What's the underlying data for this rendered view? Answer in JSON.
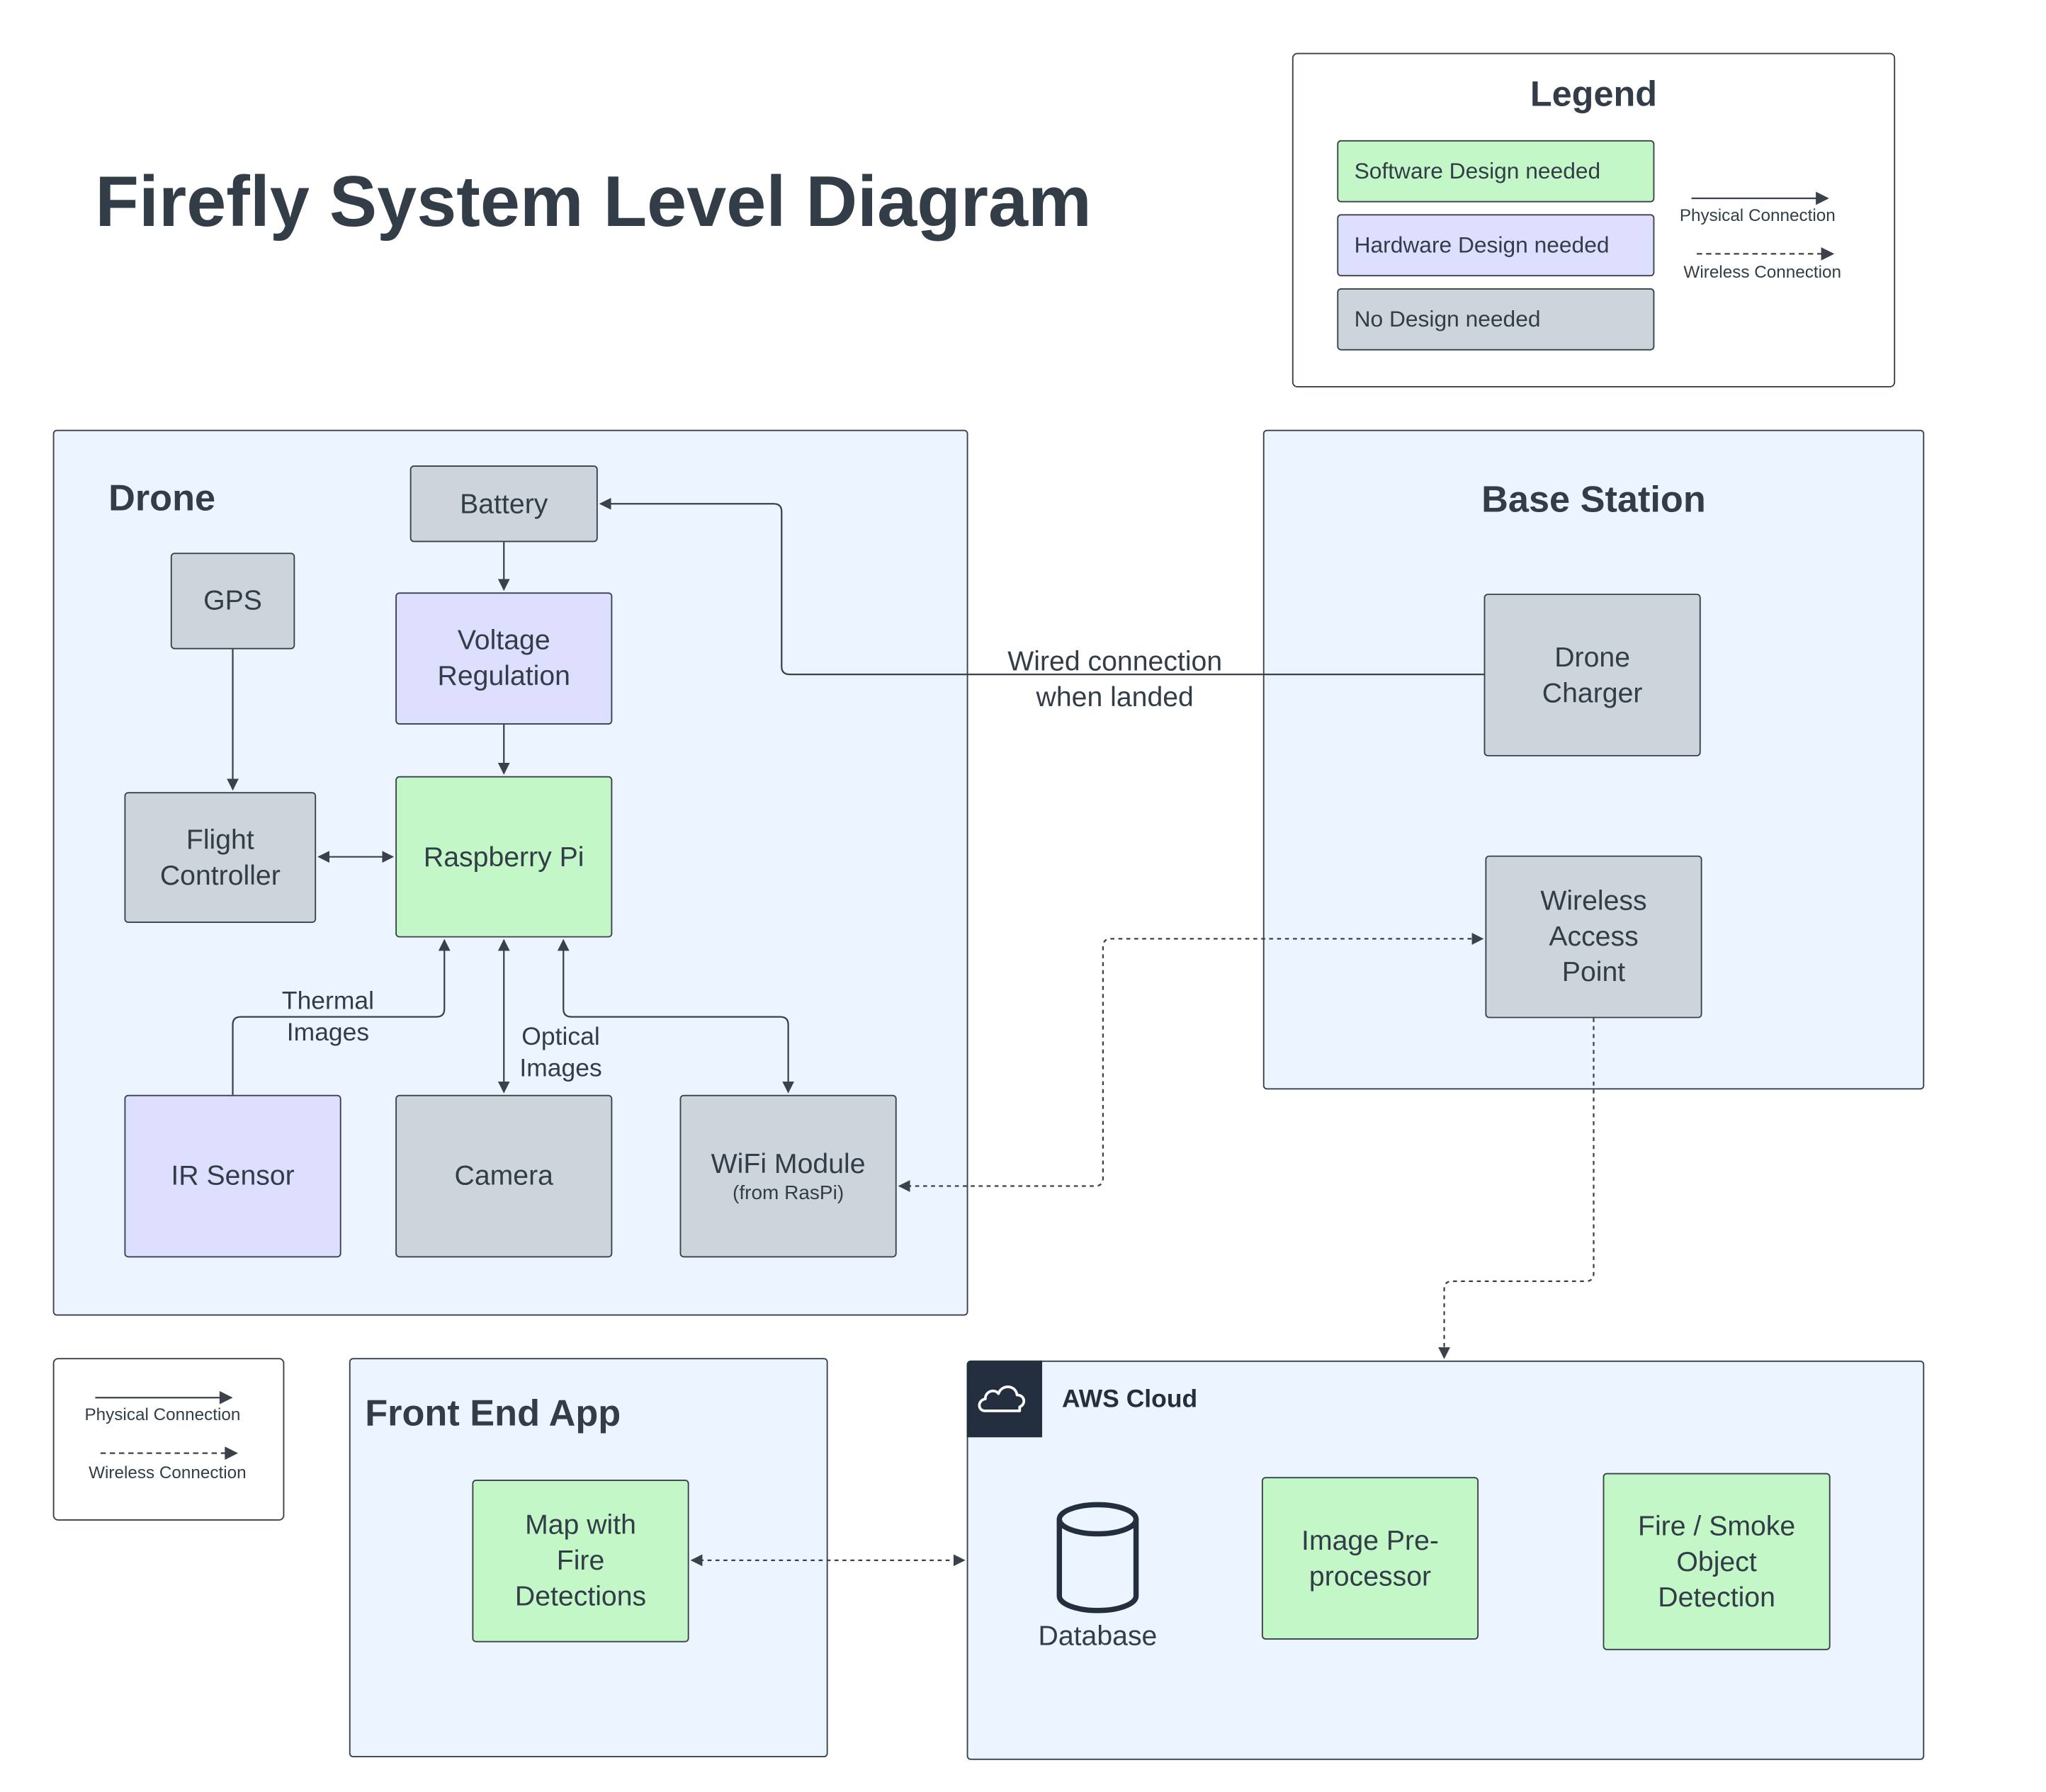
{
  "title": "Firefly System Level Diagram",
  "legend": {
    "title": "Legend",
    "software": "Software Design needed",
    "hardware": "Hardware Design needed",
    "none": "No Design needed",
    "physical": "Physical Connection",
    "wireless": "Wireless Connection"
  },
  "mini_legend": {
    "physical": "Physical Connection",
    "wireless": "Wireless Connection"
  },
  "colors": {
    "software": "#c3f7c8",
    "hardware": "#dedeff",
    "none": "#ced4db",
    "group_bg": "#ecf4ff",
    "ink": "#333d47",
    "aws_badge": "#232f3e"
  },
  "drone": {
    "title": "Drone",
    "battery": "Battery",
    "gps": "GPS",
    "voltage": "Voltage Regulation",
    "flight_controller": "Flight Controller",
    "raspberry_pi": "Raspberry Pi",
    "ir_sensor": "IR Sensor",
    "camera": "Camera",
    "wifi_module": "WiFi Module",
    "wifi_module_sub": "(from RasPi)",
    "thermal_label": "Thermal Images",
    "optical_label": "Optical Images"
  },
  "wired_label": "Wired connection when landed",
  "base_station": {
    "title": "Base Station",
    "drone_charger": "Drone Charger",
    "wap": "Wireless Access Point"
  },
  "front_end": {
    "title": "Front End App",
    "map": "Map with Fire Detections"
  },
  "aws": {
    "title": "AWS Cloud",
    "cloud_icon": "cloud-icon",
    "database": "Database",
    "database_icon": "database-cylinder-icon",
    "preprocessor": "Image Pre-processor",
    "detection": "Fire / Smoke Object Detection"
  }
}
